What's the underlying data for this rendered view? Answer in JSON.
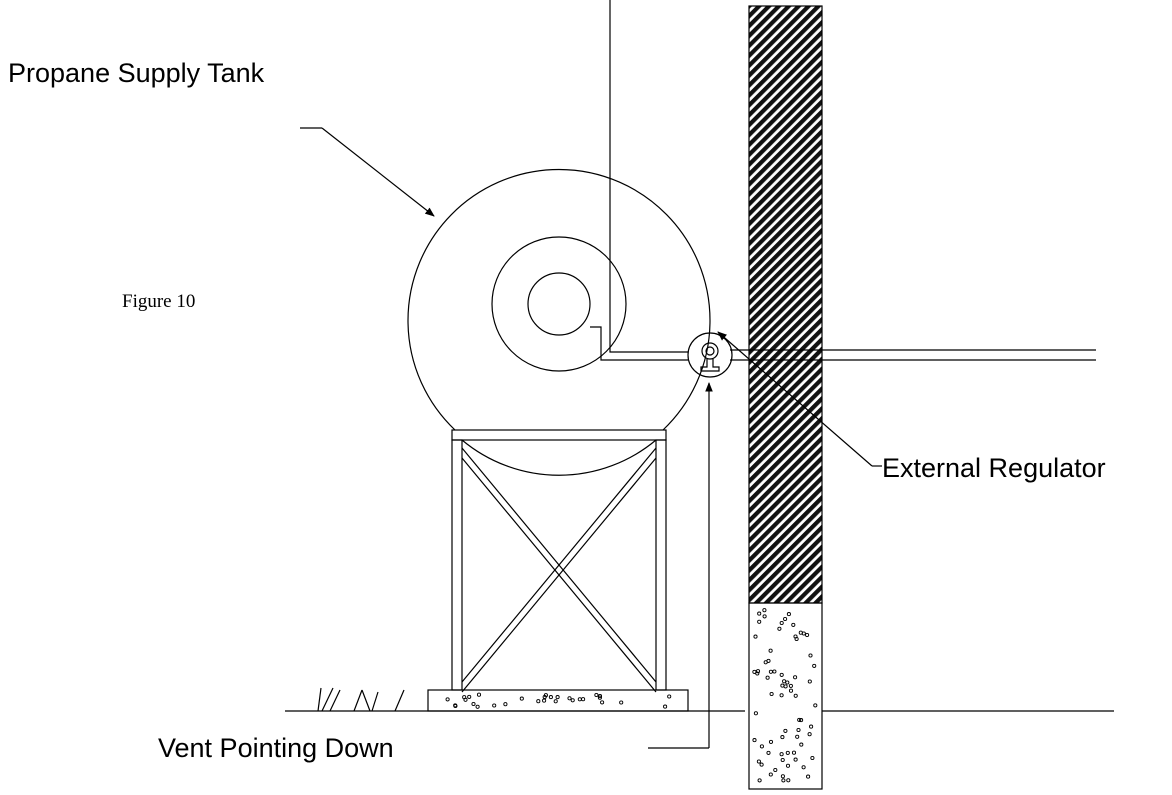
{
  "labels": {
    "tank": "Propane Supply Tank",
    "figure": "Figure 10",
    "regulator": "External Regulator",
    "vent": "Vent Pointing Down"
  },
  "colors": {
    "line": "#000000",
    "background": "#ffffff"
  }
}
